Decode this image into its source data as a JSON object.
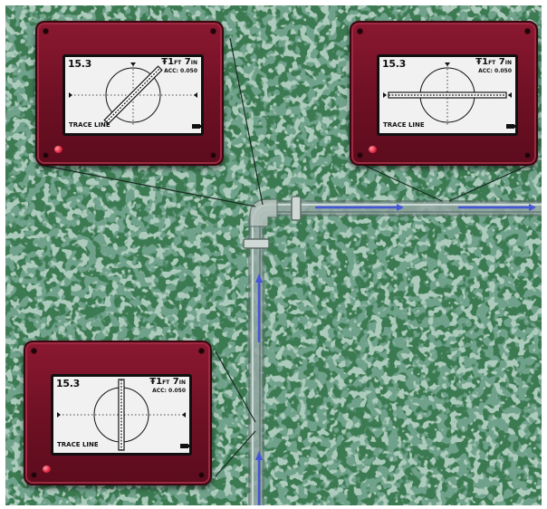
{
  "scene": {
    "background_color": "#3c7a52",
    "pipe_color": "#9fb3ad",
    "flow_arrow_color": "#4455d8"
  },
  "devices": [
    {
      "name": "locator-diagonal",
      "depth": "15.3",
      "distance_value": "1",
      "distance_unit_ft": "FT",
      "distance_value2": "7",
      "distance_unit_in": "IN",
      "accuracy": "ACC: 0.050",
      "mode": "TRACE LINE",
      "line_orientation": "diagonal"
    },
    {
      "name": "locator-horizontal",
      "depth": "15.3",
      "distance_value": "1",
      "distance_unit_ft": "FT",
      "distance_value2": "7",
      "distance_unit_in": "IN",
      "accuracy": "ACC: 0.050",
      "mode": "TRACE LINE",
      "line_orientation": "horizontal"
    },
    {
      "name": "locator-vertical",
      "depth": "15.3",
      "distance_value": "1",
      "distance_unit_ft": "FT",
      "distance_value2": "7",
      "distance_unit_in": "IN",
      "accuracy": "ACC: 0.050",
      "mode": "TRACE LINE",
      "line_orientation": "vertical"
    }
  ]
}
